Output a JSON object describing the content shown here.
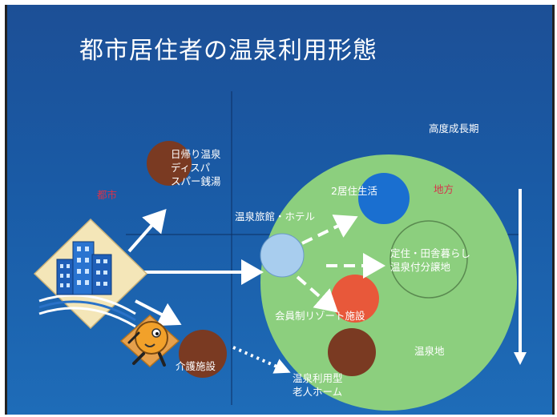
{
  "slide": {
    "title": "都市居住者の温泉利用形態",
    "city_label": "都市",
    "rural_label": "地方",
    "era_label": "高度成長期",
    "day_trip": [
      "日帰り温泉",
      "ディスパ",
      "スパー銭湯"
    ],
    "second_home": "2居住生活",
    "hotel": "温泉旅館・ホテル",
    "settlement": [
      "定住・田舎暮らし",
      "温泉付分譲地"
    ],
    "resort": "会員制リゾート施設",
    "hot_spring_area": "温泉地",
    "care": "介護施設",
    "elderly_home": [
      "温泉利用型",
      "老人ホーム"
    ]
  },
  "colors": {
    "background": "#1c5aa3",
    "big_circle": "#8ccf7e",
    "brown_circle": "#7a3a22",
    "blue_circle": "#1a6fd0",
    "light_blue_circle": "#8ec0ea",
    "orange_circle": "#e8583a",
    "accent_red": "#d8324a"
  },
  "icons": [
    "city-buildings-icon",
    "elderly-person-icon"
  ]
}
